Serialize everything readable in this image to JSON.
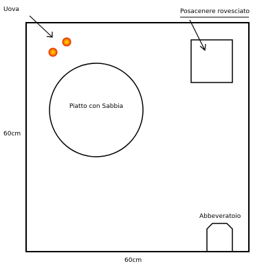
{
  "labels": {
    "eggs": "Uova",
    "ashtray": "Posacenere rovesciato",
    "sand_dish": "Piatto con Sabbia",
    "water_dish": "Abbeveratoio",
    "side_dimension": "60cm",
    "bottom_dimension": "60cm"
  },
  "colors": {
    "outline": "#000000",
    "background": "#ffffff",
    "egg_core": "#ffe600",
    "egg_mid": "#ff8a00",
    "egg_edge": "#e02000"
  },
  "egg_count": 2
}
